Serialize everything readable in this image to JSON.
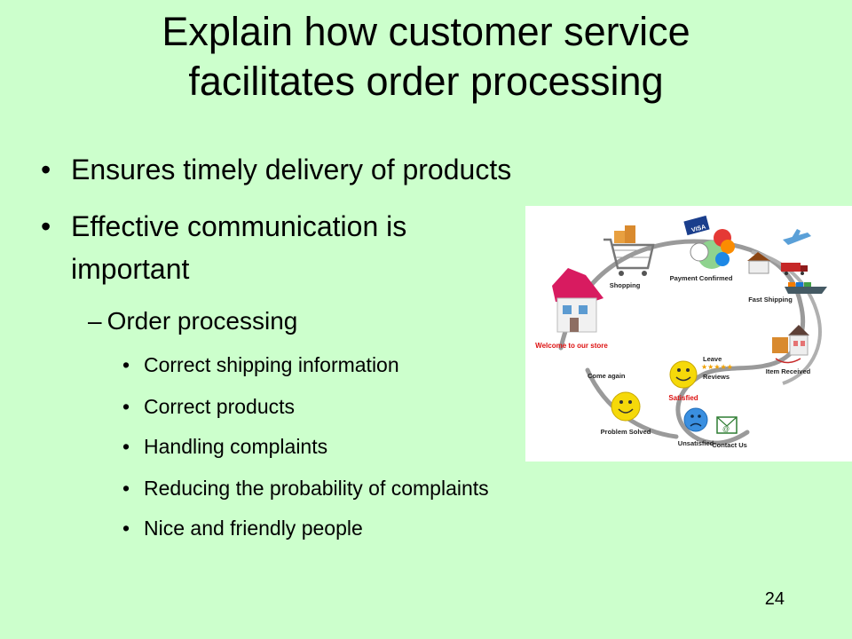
{
  "slide": {
    "title_line1": "Explain how customer service",
    "title_line2": "facilitates order processing",
    "page_number": "24",
    "bullets": [
      "Ensures timely delivery of products",
      "Effective communication is important"
    ],
    "bullet2_line1": "Effective communication is",
    "bullet2_line2": "important",
    "sub_dash": "–",
    "sub_bullet": "Order processing",
    "sub_sub_bullets": [
      "Correct shipping information",
      "Correct products",
      "Handling complaints",
      "Reducing the probability of complaints",
      "Nice and friendly people"
    ],
    "bullet_char": "•"
  },
  "diagram": {
    "labels": {
      "shopping": "Shopping",
      "payment": "Payment Confirmed",
      "fast_shipping": "Fast Shipping",
      "item_received": "Item Received",
      "leave_reviews_1": "Leave",
      "leave_reviews_2": "Reviews",
      "stars": "★★★★★",
      "satisfied": "Satisfied",
      "welcome": "Welcome to our store",
      "come_again": "Come again",
      "problem_solved": "Problem Solved",
      "unsatisfied": "Unsatisfied",
      "contact_us": "Contact Us",
      "card_visa": "VISA",
      "at": "@"
    },
    "colors": {
      "loop": "#9a9a9a",
      "welcome_red": "#d11",
      "satisfied_red": "#d11",
      "smiley": "#f5d90a",
      "sad": "#3a8fe0",
      "roof": "#c2185b",
      "cart": "#777",
      "ship": "#c62828"
    }
  }
}
